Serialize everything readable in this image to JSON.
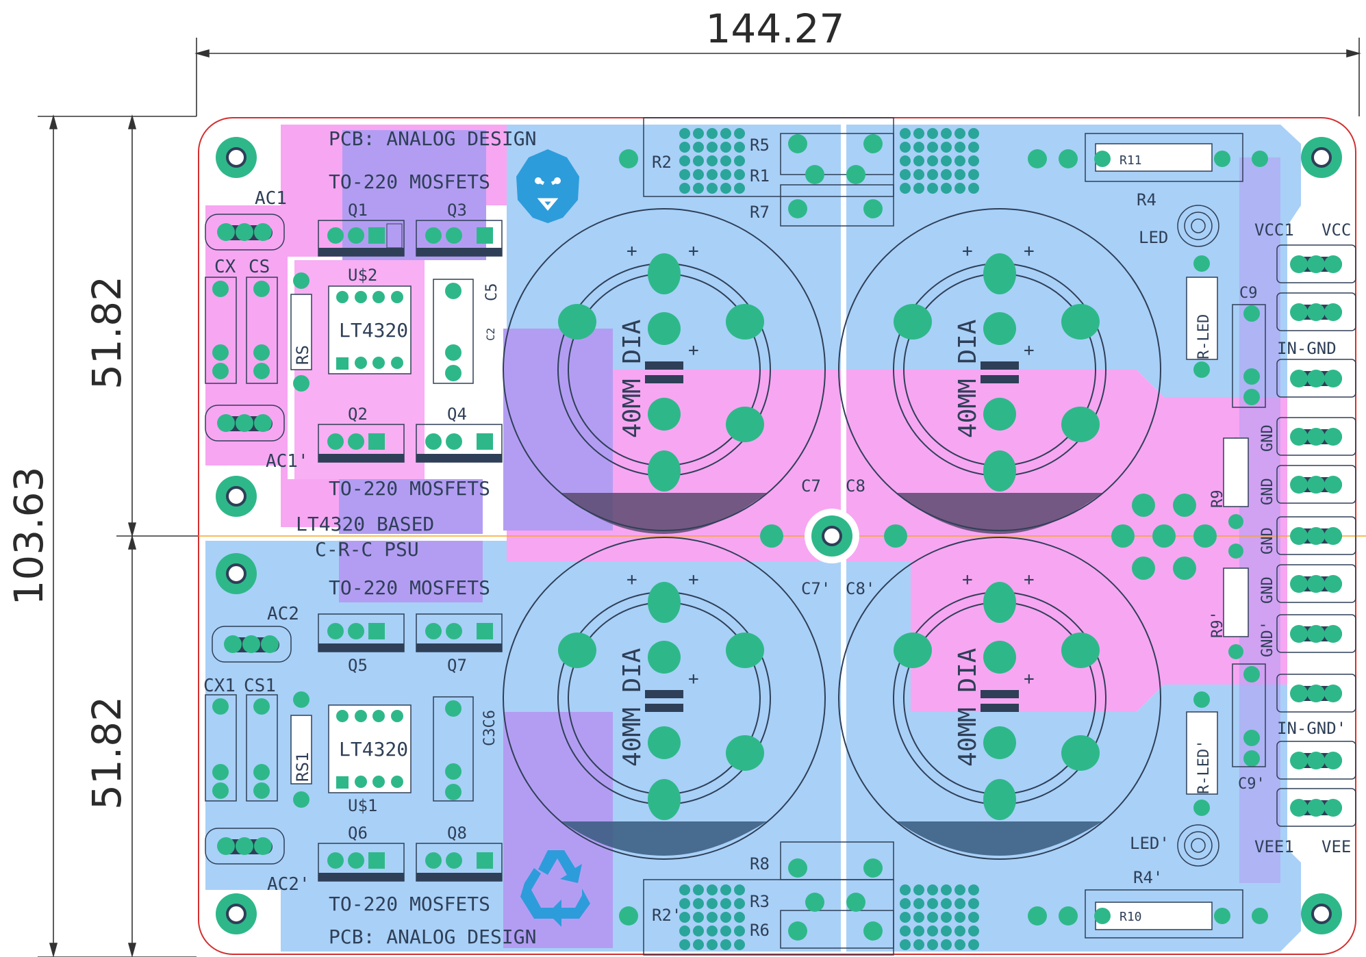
{
  "dimensions": {
    "width_mm": "144.27",
    "height_mm": "103.63",
    "half_top_mm": "51.82",
    "half_bottom_mm": "51.82"
  },
  "colors": {
    "board_outline": "#d32f2f",
    "top_copper_pink": "#f7a6f2",
    "bottom_copper_blue": "#a9d0f7",
    "overlap_purple": "#b39df2",
    "pad_green": "#2eb88a",
    "silkscreen": "#2e3f57",
    "dimension_line": "#333333",
    "center_line": "#f5a623"
  },
  "labels": {
    "pcb_top": "PCB: ANALOG DESIGN",
    "pcb_bottom": "PCB: ANALOG DESIGN",
    "mosfets_1": "TO-220 MOSFETS",
    "mosfets_2": "TO-220 MOSFETS",
    "mosfets_3": "TO-220 MOSFETS",
    "mosfets_4": "TO-220 MOSFETS",
    "based": "LT4320 BASED",
    "psu": "C-R-C PSU",
    "cap_dia": "40MM DIA"
  },
  "components": {
    "AC1": "AC1",
    "AC1p": "AC1'",
    "AC2": "AC2",
    "AC2p": "AC2'",
    "CX": "CX",
    "CS": "CS",
    "CX1": "CX1",
    "CS1": "CS1",
    "RS": "RS",
    "RS1": "RS1",
    "Q1": "Q1",
    "Q2": "Q2",
    "Q3": "Q3",
    "Q4": "Q4",
    "Q5": "Q5",
    "Q6": "Q6",
    "Q7": "Q7",
    "Q8": "Q8",
    "U2": "U$2",
    "U1": "U$1",
    "LT1": "LT4320",
    "LT2": "LT4320",
    "C5": "C5",
    "C2": "C2",
    "C3C6": "C3C6",
    "R1": "R1",
    "R2": "R2",
    "R2b": "R2'",
    "R3": "R3",
    "R4": "R4",
    "R4p": "R4'",
    "R5": "R5",
    "R6": "R6",
    "R7": "R7",
    "R8": "R8",
    "R10": "R10",
    "R11": "R11",
    "C7": "C7",
    "C8": "C8",
    "C7p": "C7'",
    "C8p": "C8'",
    "LED": "LED",
    "LEDp": "LED'",
    "RLED": "R-LED",
    "RLEDp": "R-LED'",
    "C9": "C9",
    "C9p": "C9'",
    "R9": "R9",
    "R9p": "R9'",
    "VCC1": "VCC1",
    "VCC": "VCC",
    "VEE1": "VEE1",
    "VEE": "VEE",
    "INGND": "IN-GND",
    "INGNDp": "IN-GND'",
    "GND1": "GND",
    "GND2": "GND",
    "GND3": "GND",
    "GND4": "GND",
    "GND5": "GND'"
  },
  "icons": {
    "logo": "lion-head-icon",
    "recycle": "recycle-icon",
    "polarity": "plus-icon"
  }
}
